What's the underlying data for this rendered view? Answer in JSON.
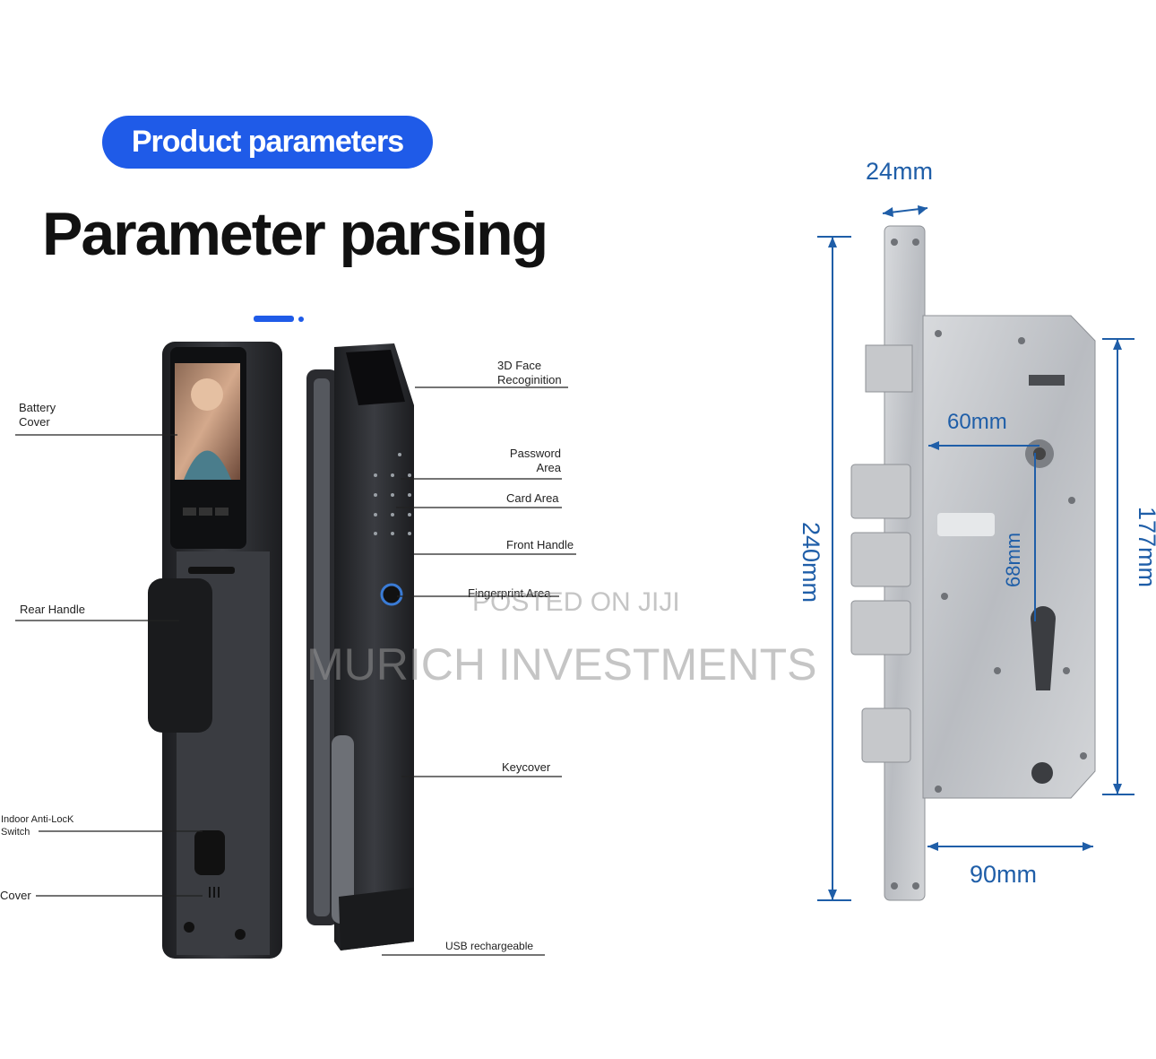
{
  "badge": {
    "text": "Product parameters"
  },
  "headline": "Parameter parsing",
  "left_labels": {
    "battery_cover": "Battery\nCover",
    "rear_handle": "Rear Handle",
    "indoor_anti_lock": "Indoor Anti-LocK\nSwitch",
    "cover": "Cover"
  },
  "right_labels": {
    "face": "3D Face\nRecoginition",
    "password": "Password\nArea",
    "card": "Card Area",
    "front_handle": "Front Handle",
    "fingerprint": "Fingerprint Area",
    "keycover": "Keycover",
    "usb": "USB rechargeable"
  },
  "dimensions": {
    "width_24": "24mm",
    "height_240": "240mm",
    "offset_60": "60mm",
    "center_68": "68mm",
    "height_177": "177mm",
    "width_90": "90mm"
  },
  "watermark": {
    "line1": "POSTED ON JIJI",
    "line2": "MURICH INVESTMENTS"
  },
  "colors": {
    "accent_blue": "#1f5be8",
    "dimension_blue": "#1f5ea8",
    "lock_body": "#2b2d31",
    "steel": "#c9cbcf"
  }
}
